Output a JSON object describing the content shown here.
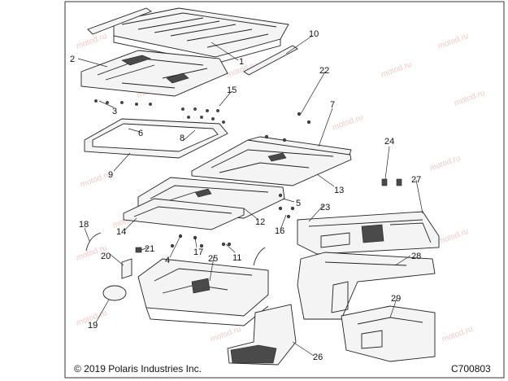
{
  "diagram": {
    "copyright": "© 2019 Polaris Industries Inc.",
    "code": "C700803",
    "watermark": "motod.ru",
    "callouts": [
      "1",
      "2",
      "3",
      "4",
      "5",
      "6",
      "7",
      "8",
      "9",
      "10",
      "11",
      "12",
      "13",
      "14",
      "15",
      "16",
      "17",
      "18",
      "19",
      "20",
      "21",
      "22",
      "23",
      "24",
      "25",
      "26",
      "27",
      "28",
      "29"
    ]
  }
}
